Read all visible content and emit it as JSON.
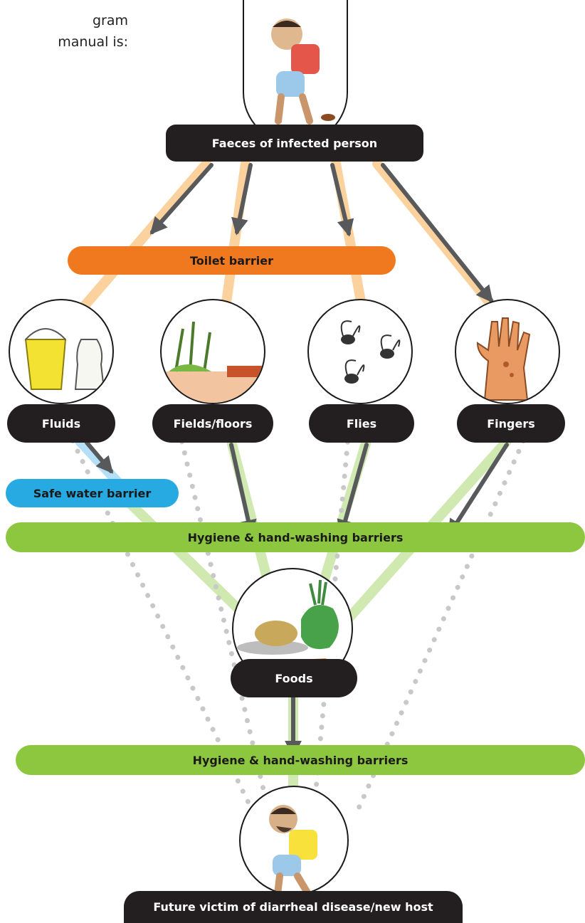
{
  "intro": {
    "line1": "gram",
    "line2": "manual is:"
  },
  "nodes": {
    "faeces": "Faeces of infected person",
    "fluids": "Fluids",
    "fields": "Fields/floors",
    "flies": "Flies",
    "fingers": "Fingers",
    "foods": "Foods",
    "victim": "Future victim of diarrheal disease/new host"
  },
  "barriers": {
    "toilet": "Toilet barrier",
    "safe_water": "Safe water barrier",
    "hygiene_1": "Hygiene & hand-washing barriers",
    "hygiene_2": "Hygiene & hand-washing barriers"
  },
  "colors": {
    "toilet_path": "#fbd29d",
    "water_path": "#b5dff6",
    "hygiene_path": "#cfe9b1",
    "arrow": "#58595b",
    "dotted": "#c8c8c8"
  }
}
